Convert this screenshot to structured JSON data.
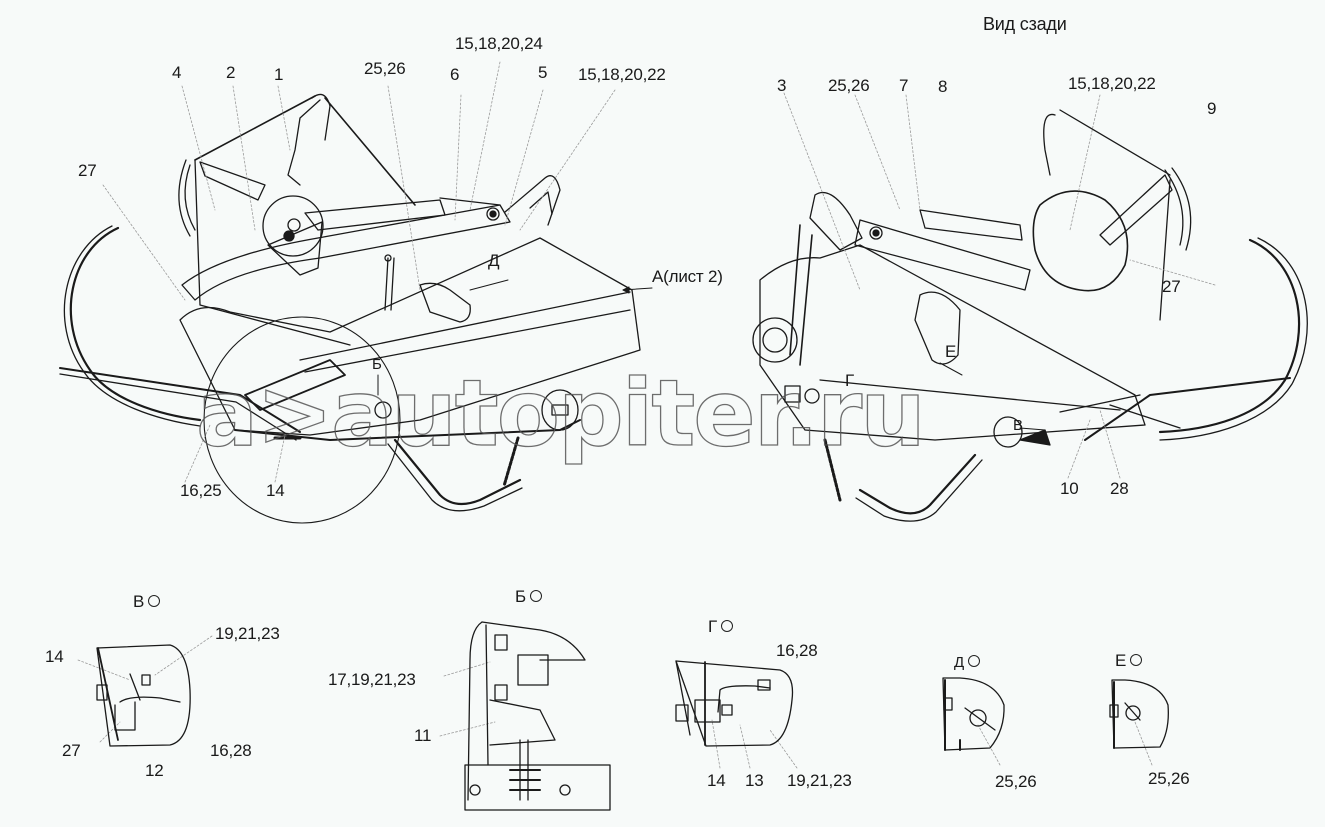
{
  "title": "Вид сзади",
  "watermark": "a>autopiter.ru",
  "main_view": {
    "left_assembly": {
      "callouts": [
        {
          "id": "c-4",
          "text": "4"
        },
        {
          "id": "c-2",
          "text": "2"
        },
        {
          "id": "c-1",
          "text": "1"
        },
        {
          "id": "c-25-26",
          "text": "25,26"
        },
        {
          "id": "c-6",
          "text": "6"
        },
        {
          "id": "c-15-18-20-24",
          "text": "15,18,20,24"
        },
        {
          "id": "c-5",
          "text": "5"
        },
        {
          "id": "c-15-18-20-22",
          "text": "15,18,20,22"
        },
        {
          "id": "c-27",
          "text": "27"
        },
        {
          "id": "c-16-25",
          "text": "16,25"
        },
        {
          "id": "c-14",
          "text": "14"
        }
      ],
      "view_markers": {
        "d": "Д",
        "b": "Б",
        "a_ref": "А(лист 2)"
      }
    },
    "right_assembly": {
      "callouts": [
        {
          "id": "c-3",
          "text": "3"
        },
        {
          "id": "c-25-26",
          "text": "25,26"
        },
        {
          "id": "c-7",
          "text": "7"
        },
        {
          "id": "c-8",
          "text": "8"
        },
        {
          "id": "c-15-18-20-22",
          "text": "15,18,20,22"
        },
        {
          "id": "c-9",
          "text": "9"
        },
        {
          "id": "c-27",
          "text": "27"
        },
        {
          "id": "c-10",
          "text": "10"
        },
        {
          "id": "c-28",
          "text": "28"
        }
      ],
      "view_markers": {
        "e": "Е",
        "g": "Г",
        "v": "В"
      }
    }
  },
  "details": [
    {
      "id": "detail-v",
      "title": "В",
      "callouts": [
        "19,21,23",
        "14",
        "27",
        "12",
        "16,28"
      ]
    },
    {
      "id": "detail-b",
      "title": "Б",
      "callouts": [
        "17,19,21,23",
        "11"
      ]
    },
    {
      "id": "detail-g",
      "title": "Г",
      "callouts": [
        "16,28",
        "14",
        "13",
        "19,21,23"
      ]
    },
    {
      "id": "detail-d",
      "title": "Д",
      "callouts": [
        "25,26"
      ]
    },
    {
      "id": "detail-e",
      "title": "Е",
      "callouts": [
        "25,26"
      ]
    }
  ],
  "colors": {
    "background": "#f7faf9",
    "line": "#1a1a1a",
    "leader": "#9a9a9a"
  }
}
